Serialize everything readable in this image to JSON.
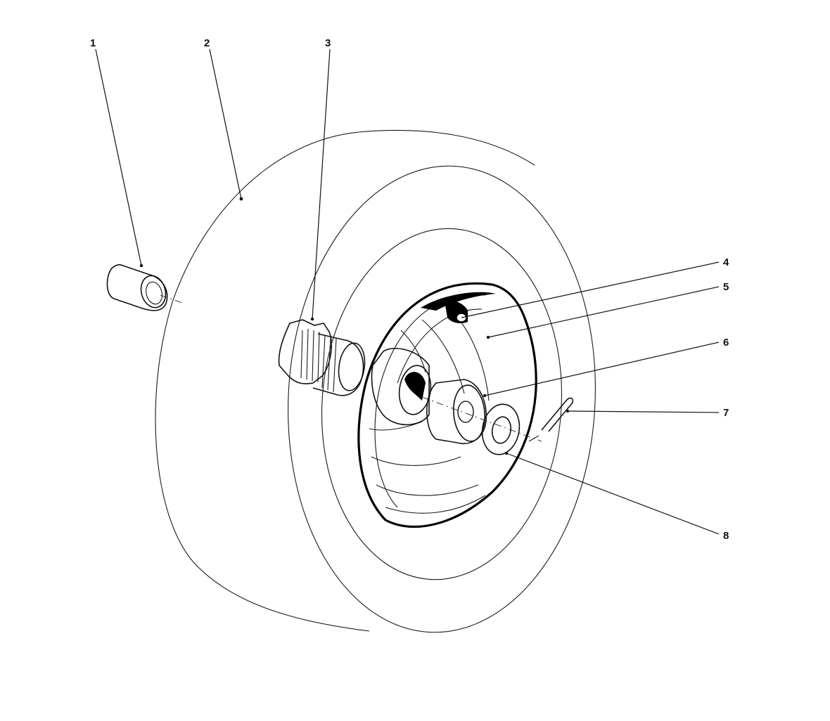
{
  "diagram": {
    "colors": {
      "ink": "#111111",
      "paper": "#ffffff"
    },
    "callouts": [
      {
        "id": "1",
        "text": "1"
      },
      {
        "id": "2",
        "text": "2"
      },
      {
        "id": "3",
        "text": "3"
      },
      {
        "id": "4",
        "text": "4"
      },
      {
        "id": "5",
        "text": "5"
      },
      {
        "id": "6",
        "text": "6"
      },
      {
        "id": "7",
        "text": "7"
      },
      {
        "id": "8",
        "text": "8"
      }
    ]
  }
}
